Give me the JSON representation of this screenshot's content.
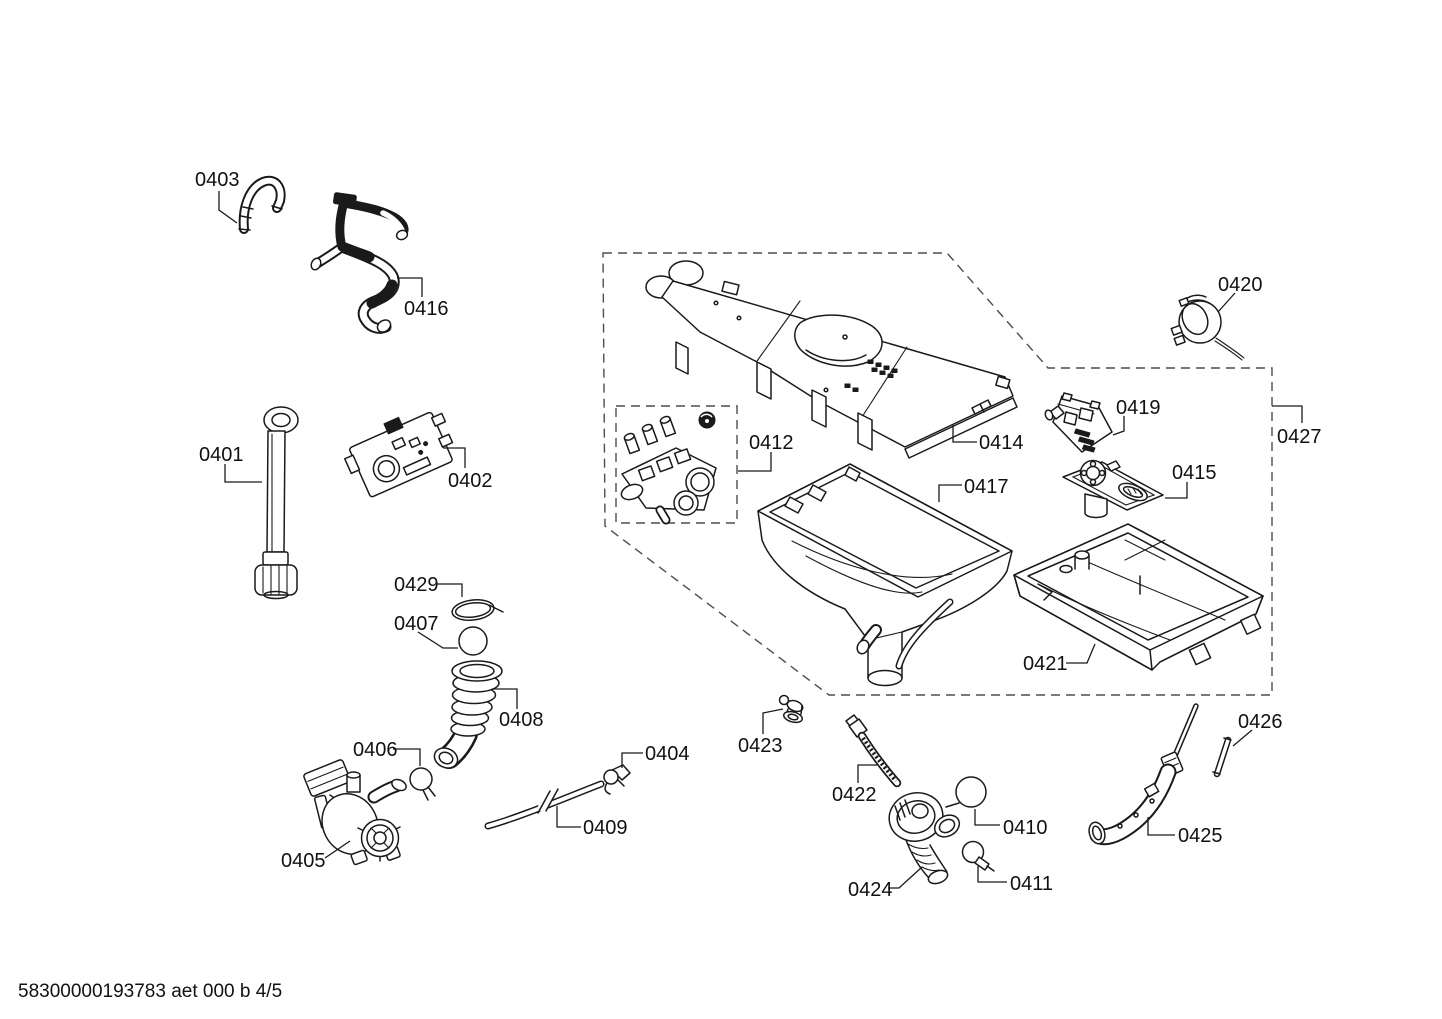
{
  "page": {
    "background": "#ffffff",
    "line_color": "#1a1a1a"
  },
  "footer": {
    "text": "58300000193783 aet 000 b 4/5"
  },
  "parts": [
    {
      "id": "0401"
    },
    {
      "id": "0402"
    },
    {
      "id": "0403"
    },
    {
      "id": "0404"
    },
    {
      "id": "0405"
    },
    {
      "id": "0406"
    },
    {
      "id": "0407"
    },
    {
      "id": "0408"
    },
    {
      "id": "0409"
    },
    {
      "id": "0410"
    },
    {
      "id": "0411"
    },
    {
      "id": "0412"
    },
    {
      "id": "0414"
    },
    {
      "id": "0415"
    },
    {
      "id": "0416"
    },
    {
      "id": "0417"
    },
    {
      "id": "0419"
    },
    {
      "id": "0420"
    },
    {
      "id": "0421"
    },
    {
      "id": "0422"
    },
    {
      "id": "0423"
    },
    {
      "id": "0424"
    },
    {
      "id": "0425"
    },
    {
      "id": "0426"
    },
    {
      "id": "0427"
    },
    {
      "id": "0429"
    }
  ]
}
